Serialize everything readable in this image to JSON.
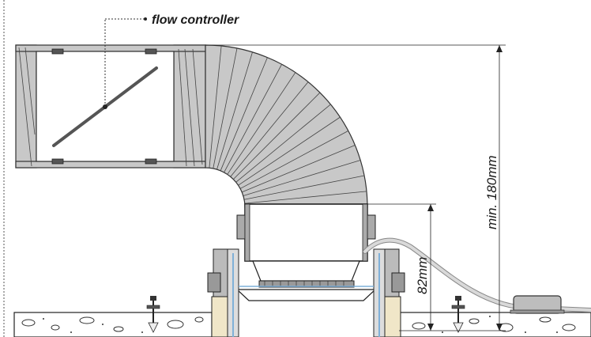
{
  "labels": {
    "flow_controller": "flow controller",
    "dim_height_total": "min. 180mm",
    "dim_height_neck": "82mm"
  },
  "colors": {
    "duct_fill": "#c8c8c8",
    "duct_stroke": "#333333",
    "concrete_fill": "#ffffff",
    "insulation": "#f0e6c8",
    "seal_blue": "#7fb0d8",
    "cable": "#bdbdbd",
    "line": "#1a1a1a"
  }
}
